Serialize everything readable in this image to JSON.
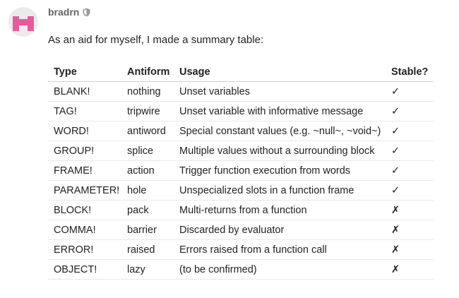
{
  "post": {
    "username": "bradrn",
    "badge_icon": "shield-icon",
    "intro": "As an aid for myself, I made a summary table:"
  },
  "table": {
    "headers": [
      "Type",
      "Antiform",
      "Usage",
      "Stable?"
    ],
    "rows": [
      [
        "BLANK!",
        "nothing",
        "Unset variables",
        "✓"
      ],
      [
        "TAG!",
        "tripwire",
        "Unset variable with informative message",
        "✓"
      ],
      [
        "WORD!",
        "antiword",
        "Special constant values (e.g. ~null~, ~void~)",
        "✓"
      ],
      [
        "GROUP!",
        "splice",
        "Multiple values without a surrounding block",
        "✓"
      ],
      [
        "FRAME!",
        "action",
        "Trigger function execution from words",
        "✓"
      ],
      [
        "PARAMETER!",
        "hole",
        "Unspecialized slots in a function frame",
        "✓"
      ],
      [
        "BLOCK!",
        "pack",
        "Multi-returns from a function",
        "✗"
      ],
      [
        "COMMA!",
        "barrier",
        "Discarded by evaluator",
        "✗"
      ],
      [
        "ERROR!",
        "raised",
        "Errors raised from a function call",
        "✗"
      ],
      [
        "OBJECT!",
        "lazy",
        "(to be confirmed)",
        "✗"
      ]
    ]
  },
  "colors": {
    "avatar_bg": "#ebebeb",
    "avatar_glyph": "#e45c9c",
    "username": "#646464",
    "text": "#222222",
    "row_border": "#e9e9e9"
  }
}
